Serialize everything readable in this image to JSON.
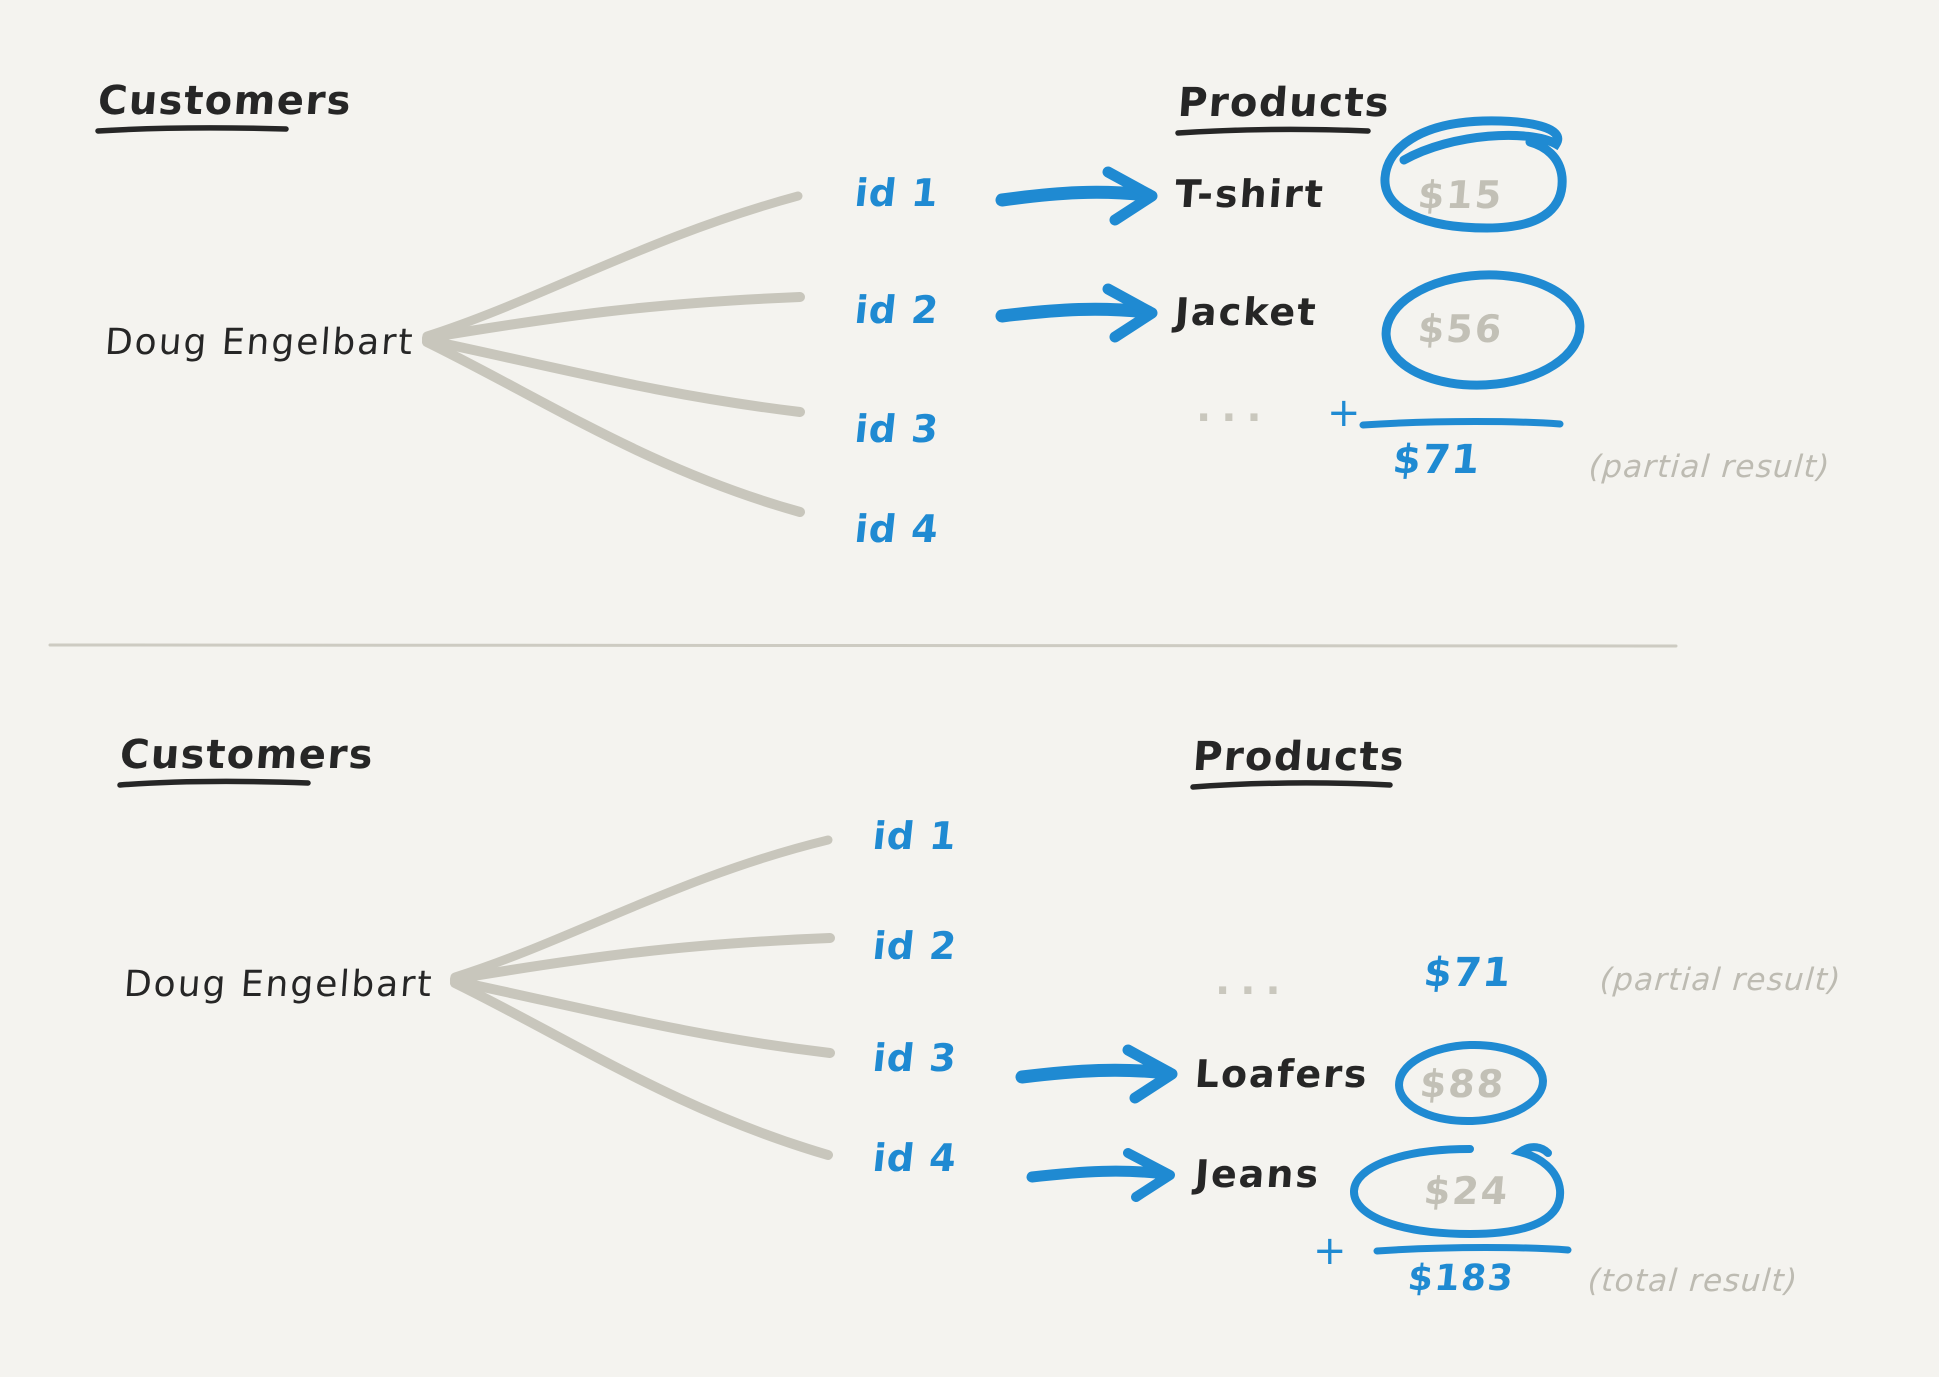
{
  "canvas": {
    "background": "#f4f3ef",
    "ink_black": "#262626",
    "ink_blue": "#1f8ad2",
    "ink_gray": "#c4c2b8"
  },
  "sections": [
    {
      "id": "top",
      "customers_heading": "Customers",
      "products_heading": "Products",
      "customer_name": "Doug Engelbart",
      "ids": [
        "id 1",
        "id 2",
        "id 3",
        "id 4"
      ],
      "rows": [
        {
          "id": "id 1",
          "product": "T-shirt",
          "price": "$15",
          "has_arrow": true,
          "circled": true
        },
        {
          "id": "id 2",
          "product": "Jacket",
          "price": "$56",
          "has_arrow": true,
          "circled": true
        }
      ],
      "ellipsis": "...",
      "plus": "+",
      "sum_value": "$71",
      "result_note": "(partial result)"
    },
    {
      "id": "bottom",
      "customers_heading": "Customers",
      "products_heading": "Products",
      "customer_name": "Doug Engelbart",
      "ids": [
        "id 1",
        "id 2",
        "id 3",
        "id 4"
      ],
      "carried": {
        "ellipsis": "...",
        "value": "$71",
        "note": "(partial result)"
      },
      "rows": [
        {
          "id": "id 3",
          "product": "Loafers",
          "price": "$88",
          "has_arrow": true,
          "circled": true
        },
        {
          "id": "id 4",
          "product": "Jeans",
          "price": "$24",
          "has_arrow": true,
          "circled": true
        }
      ],
      "plus": "+",
      "sum_value": "$183",
      "result_note": "(total result)"
    }
  ]
}
